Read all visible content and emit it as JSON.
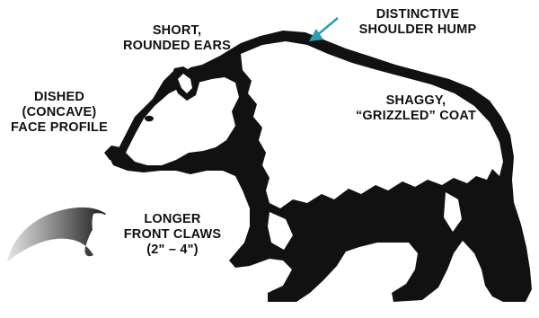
{
  "colors": {
    "bear": "#111111",
    "fur_highlight": "#ffffff",
    "arrow": "#2a9fb4",
    "claw_dark": "#1a1a1a",
    "claw_light": "#e6e6e6",
    "text": "#111111",
    "background": "#ffffff"
  },
  "icons": {
    "bear": "grizzly-bear-silhouette",
    "claw": "claw-illustration",
    "arrow": "pointer-arrow"
  },
  "labels": {
    "ears": {
      "line1": "SHORT,",
      "line2": "ROUNDED EARS"
    },
    "hump": {
      "line1": "DISTINCTIVE",
      "line2": "SHOULDER HUMP"
    },
    "face": {
      "line1": "DISHED",
      "line2": "(CONCAVE)",
      "line3": "FACE PROFILE"
    },
    "coat": {
      "line1": "SHAGGY,",
      "line2": "“GRIZZLED” COAT"
    },
    "claws": {
      "line1": "LONGER",
      "line2": "FRONT CLAWS",
      "line3": "(2\" – 4\")"
    }
  }
}
